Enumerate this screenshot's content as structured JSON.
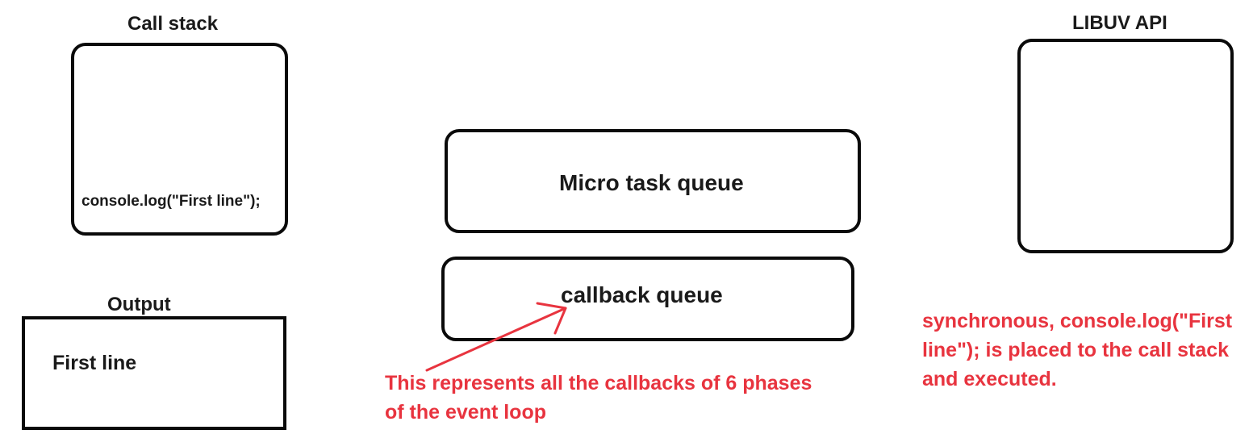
{
  "call_stack": {
    "title": "Call stack",
    "entries": [
      "console.log(\"First line\");"
    ]
  },
  "output": {
    "title": "Output",
    "lines": [
      "First line"
    ]
  },
  "micro_task_queue": {
    "label": "Micro task queue"
  },
  "callback_queue": {
    "label": "callback queue",
    "annotation_line1": "This represents all the callbacks of 6 phases",
    "annotation_line2": "of the event loop"
  },
  "libuv_api": {
    "title": "LIBUV API"
  },
  "explanation": {
    "line1": "synchronous, console.log(\"First",
    "line2": "line\"); is placed to the call stack",
    "line3": "and executed."
  },
  "colors": {
    "annotation": "#e8343f",
    "border": "#0a0a0a",
    "text": "#1a1a1a"
  }
}
